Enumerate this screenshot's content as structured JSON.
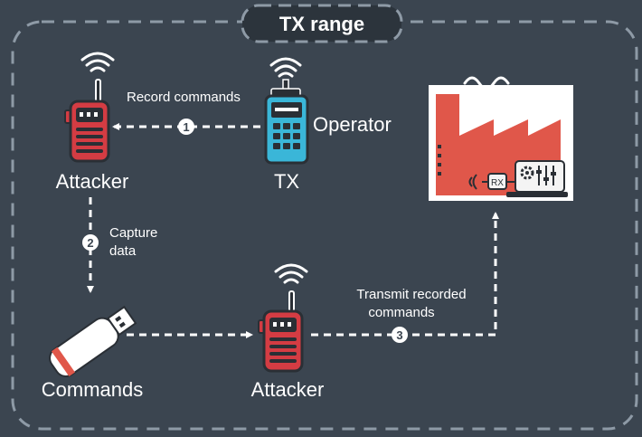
{
  "title": "TX range",
  "nodes": {
    "attacker_top": "Attacker",
    "tx": "TX",
    "operator": "Operator",
    "commands": "Commands",
    "attacker_bottom": "Attacker",
    "rx": "RX"
  },
  "steps": [
    {
      "number": "1",
      "label": "Record commands"
    },
    {
      "number": "2",
      "label_line1": "Capture",
      "label_line2": "data"
    },
    {
      "number": "3",
      "label_line1": "Transmit recorded",
      "label_line2": "commands"
    }
  ],
  "colors": {
    "background": "#3b4550",
    "border": "#8e9aa6",
    "title_box": "#2c343c",
    "radio_red": "#d43c43",
    "transmitter_blue": "#3ab6d8",
    "factory_orange": "#e0574a",
    "factory_panel": "#f4f4f4"
  },
  "icons": [
    "wifi-icon",
    "walkie-talkie-icon",
    "remote-transmitter-icon",
    "usb-drive-icon",
    "factory-icon",
    "gear-icon"
  ]
}
